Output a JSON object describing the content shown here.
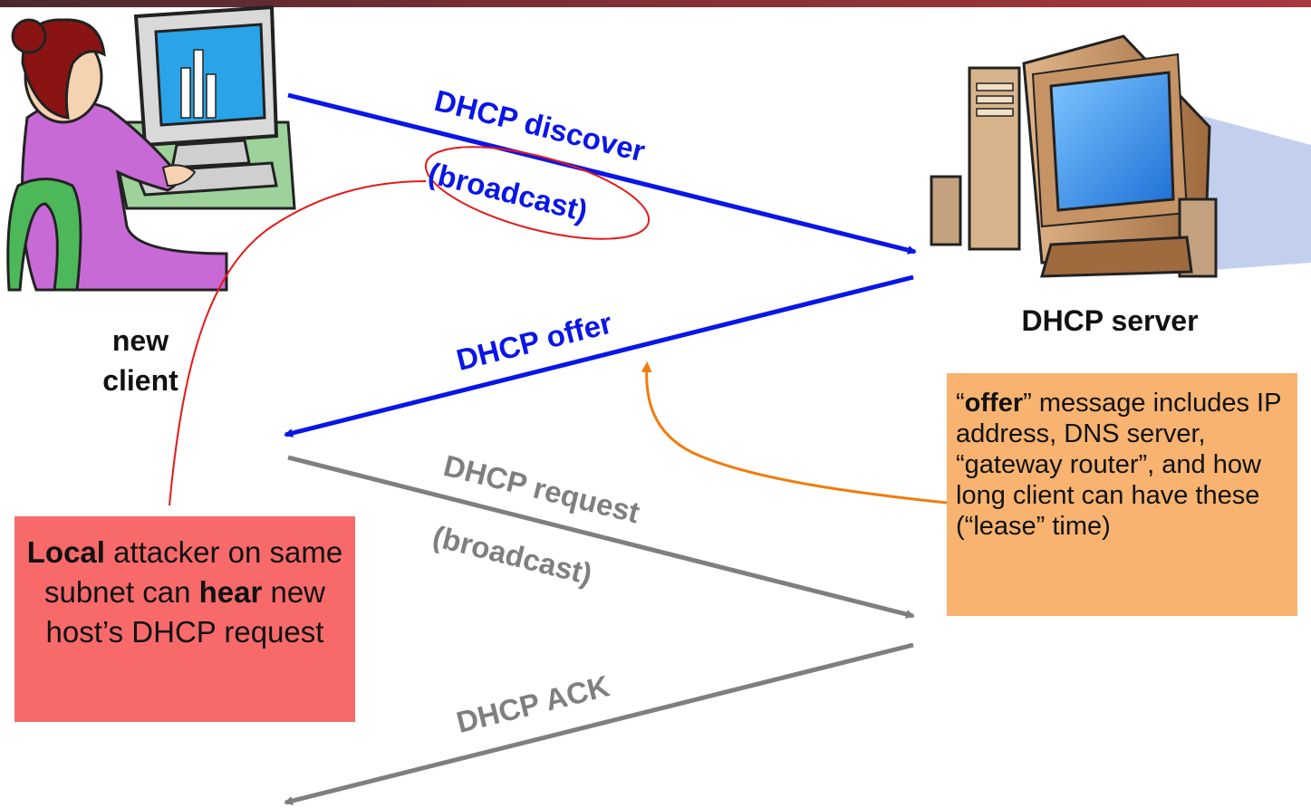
{
  "nodes": {
    "client_label_1": "new",
    "client_label_2": "client",
    "server_label": "DHCP server"
  },
  "messages": {
    "discover": "DHCP discover",
    "discover_note": "(broadcast)",
    "offer": "DHCP offer",
    "request": "DHCP request",
    "request_note": "(broadcast)",
    "ack": "DHCP ACK"
  },
  "attacker_note": {
    "bold_1": "Local",
    "text_1": " attacker on same subnet can ",
    "bold_2": "hear",
    "text_2": " new host’s DHCP request"
  },
  "offer_note": {
    "quote_open": "“",
    "bold": "offer",
    "text": "” message includes IP address, DNS server, “gateway router”, and how long client can have these (“lease” time)"
  },
  "colors": {
    "discover": "#0a16e6",
    "offer": "#0a16e6",
    "request": "#7f7f7f",
    "ack": "#7f7f7f",
    "attacker_box": "#f86a6a",
    "offer_box": "#f7b36f",
    "highlight_ellipse": "#e61919",
    "offer_arrow": "#ef7d0d"
  }
}
